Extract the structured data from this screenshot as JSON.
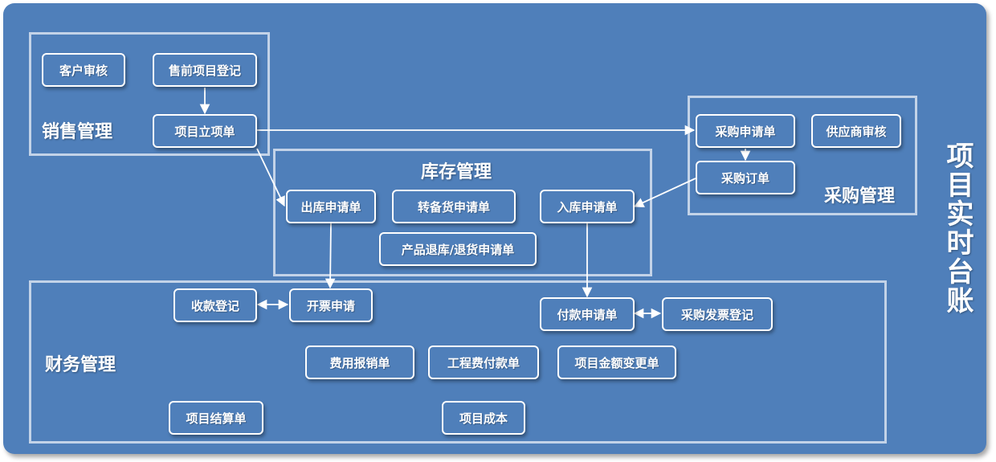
{
  "title": "项目实时台账",
  "groups": {
    "sales": "销售管理",
    "inventory": "库存管理",
    "purchase": "采购管理",
    "finance": "财务管理"
  },
  "nodes": {
    "customer_review": "客户审核",
    "presale_register": "售前项目登记",
    "project_approval": "项目立项单",
    "purchase_request": "采购申请单",
    "supplier_review": "供应商审核",
    "purchase_order": "采购订单",
    "outbound_request": "出库申请单",
    "transfer_request": "转备货申请单",
    "inbound_request": "入库申请单",
    "return_request": "产品退库/退货申请单",
    "receipt_register": "收款登记",
    "invoice_request": "开票申请",
    "payment_request": "付款申请单",
    "purchase_invoice_register": "采购发票登记",
    "expense_claim": "费用报销单",
    "engineering_payment": "工程费付款单",
    "amount_change": "项目金额变更单",
    "project_settlement": "项目结算单",
    "project_cost": "项目成本"
  },
  "colors": {
    "background": "#4f7fba",
    "border": "#c3d3e8",
    "text": "#ffffff"
  }
}
